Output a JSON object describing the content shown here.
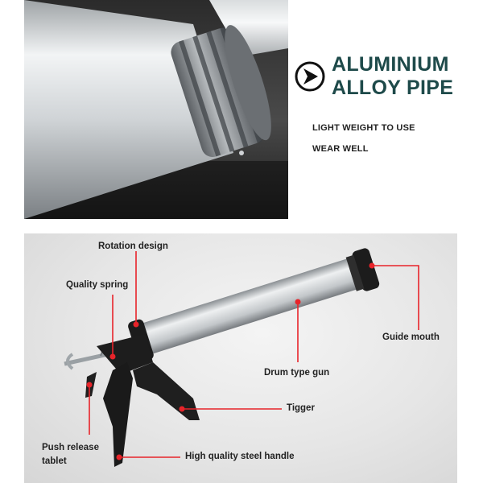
{
  "headline": {
    "line1": "ALUMINIUM",
    "line2": "ALLOY PIPE"
  },
  "features": [
    "LIGHT WEIGHT TO USE",
    "WEAR WELL"
  ],
  "callouts": {
    "rotation": "Rotation design",
    "spring": "Quality spring",
    "guide_mouth": "Guide mouth",
    "drum": "Drum type gun",
    "trigger": "Tigger",
    "push_release_line1": "Push release",
    "push_release_line2": "tablet",
    "handle": "High quality steel handle"
  },
  "colors": {
    "title": "#1e4a4a",
    "callout_dot": "#e8242a",
    "callout_line": "#e8242a"
  },
  "icons": [
    "chevron-right-icon"
  ]
}
